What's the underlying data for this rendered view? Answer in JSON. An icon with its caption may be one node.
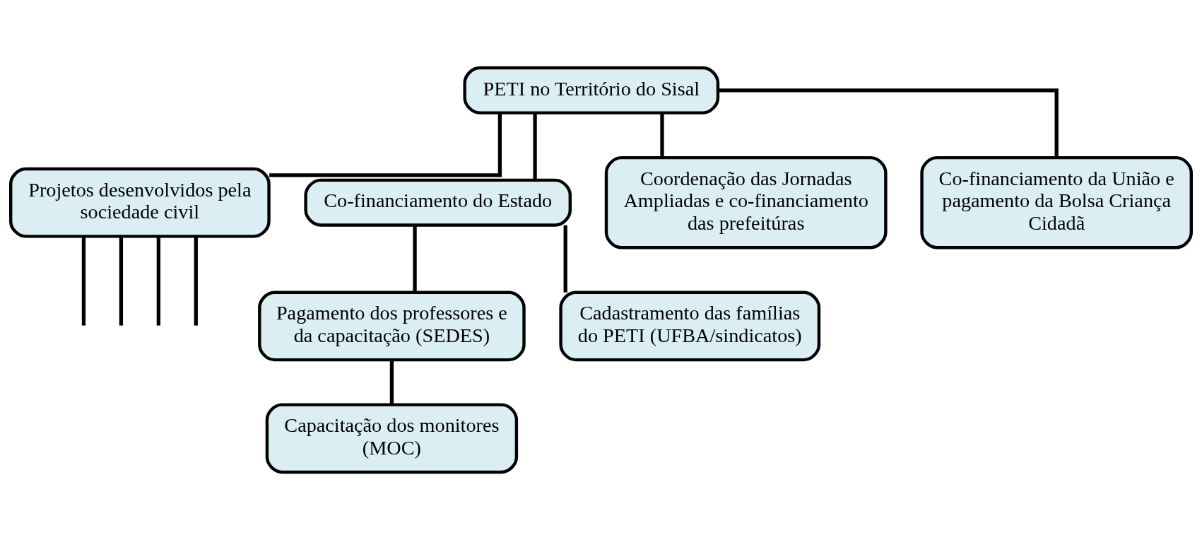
{
  "diagram": {
    "nodes": [
      {
        "text": [
          "PETI no Território do Sisal"
        ]
      },
      {
        "text": [
          "Projetos desenvolvidos pela sociedade civil"
        ]
      },
      {
        "text": [
          "Co-financiamento do Estado"
        ]
      },
      {
        "text": [
          "Coordenação das Jornadas Ampliadas e co-financiamento das prefeitúras"
        ]
      },
      {
        "text": [
          "Co-financiamento da União e pagamento da Bolsa Criança Cidadã"
        ]
      },
      {
        "text": [
          "Pagamento dos professores e da capacitação (SEDES)"
        ]
      },
      {
        "text": [
          "Capacitação dos monitores (MOC)"
        ]
      },
      {
        "text": [
          "Cadastramento das famílias do PETI (UFBA/sindicatos)"
        ]
      }
    ],
    "edges": [
      {
        "from": 0,
        "to": 1,
        "arrow": "none"
      },
      {
        "from": 0,
        "to": 2,
        "arrow": "none"
      },
      {
        "from": 0,
        "to": 3,
        "arrow": "none"
      },
      {
        "from": 0,
        "to": 4,
        "arrow": "none"
      },
      {
        "from": 2,
        "to": 5,
        "arrow": "none"
      },
      {
        "from": 5,
        "to": 6,
        "arrow": "none"
      },
      {
        "from": 2,
        "to": 7,
        "arrow": "none"
      },
      {
        "from": 1,
        "to": null,
        "arrow": "none"
      },
      {
        "from": 1,
        "to": null,
        "arrow": "none"
      },
      {
        "from": 1,
        "to": null,
        "arrow": "none"
      },
      {
        "from": 1,
        "to": null,
        "arrow": "none"
      }
    ]
  }
}
